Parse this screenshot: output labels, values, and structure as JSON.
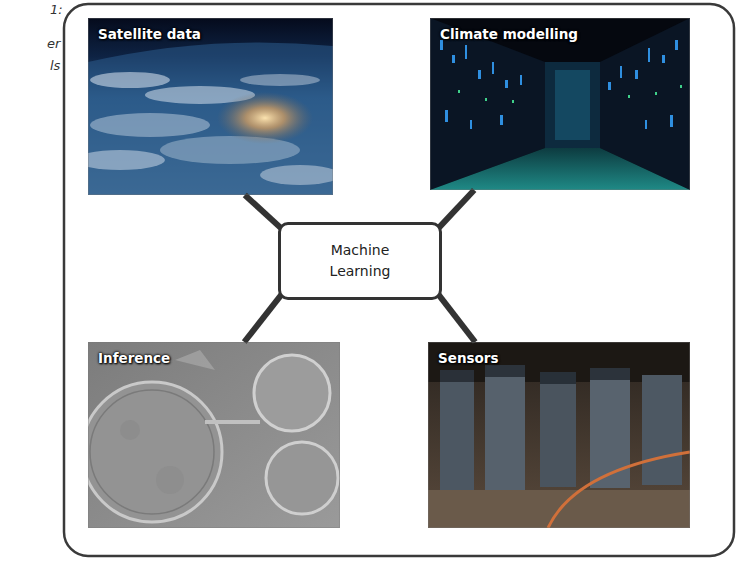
{
  "diagram": {
    "nodes": [
      {
        "text": [
          "Satellite data"
        ]
      },
      {
        "text": [
          "Climate modelling"
        ]
      },
      {
        "text": [
          "Machine Learning"
        ]
      },
      {
        "text": [
          "Inference"
        ]
      },
      {
        "text": [
          "Sensors"
        ]
      }
    ],
    "edges": [
      {
        "from": 2,
        "to": 0,
        "arrow": "none"
      },
      {
        "from": 2,
        "to": 1,
        "arrow": "none"
      },
      {
        "from": 2,
        "to": 3,
        "arrow": "none"
      },
      {
        "from": 2,
        "to": 4,
        "arrow": "none"
      }
    ],
    "labels": [
      "1:",
      "er",
      "ls"
    ]
  }
}
